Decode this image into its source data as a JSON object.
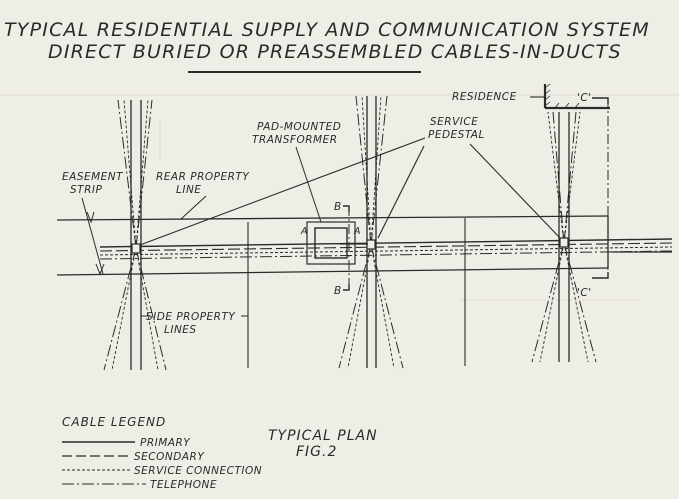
{
  "title_line1": "TYPICAL RESIDENTIAL SUPPLY AND COMMUNICATION SYSTEM",
  "title_line2": "DIRECT BURIED OR PREASSEMBLED CABLES-IN-DUCTS",
  "labels": {
    "residence": "RESIDENCE",
    "section_c_top": "'C'",
    "section_c_bottom": "'C'",
    "pad_line1": "PAD-MOUNTED",
    "pad_line2": "TRANSFORMER",
    "service_line1": "SERVICE",
    "service_line2": "PEDESTAL",
    "easement_line1": "EASEMENT",
    "easement_line2": "STRIP",
    "rear_line1": "REAR PROPERTY",
    "rear_line2": "LINE",
    "side_line1": "SIDE PROPERTY",
    "side_line2": "LINES",
    "sec_b_top": "B",
    "sec_b_bottom": "B",
    "sec_a_left": "A",
    "sec_a_right": "A"
  },
  "legend": {
    "title": "CABLE LEGEND",
    "items": [
      "PRIMARY",
      "SECONDARY",
      "SERVICE CONNECTION",
      "TELEPHONE"
    ]
  },
  "plan": {
    "line1": "TYPICAL PLAN",
    "line2": "FIG.2"
  }
}
